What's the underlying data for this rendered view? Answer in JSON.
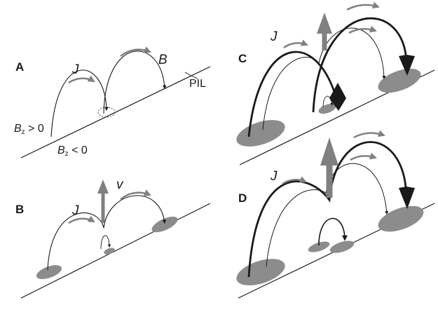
{
  "panels": {
    "a": {
      "label": "A",
      "current": "J",
      "field": "B",
      "line_label": "PIL",
      "bz_pos": "> 0",
      "bz_neg": "< 0",
      "bz_symbol": "B",
      "bz_sub": "z"
    },
    "b": {
      "label": "B",
      "current": "J",
      "velocity": "v"
    },
    "c": {
      "label": "C",
      "current": "J"
    },
    "d": {
      "label": "D",
      "current": "J"
    }
  },
  "colors": {
    "line": "#1a1a1a",
    "footpoint": "#8c8c8c",
    "arrow_gray": "#808080"
  }
}
